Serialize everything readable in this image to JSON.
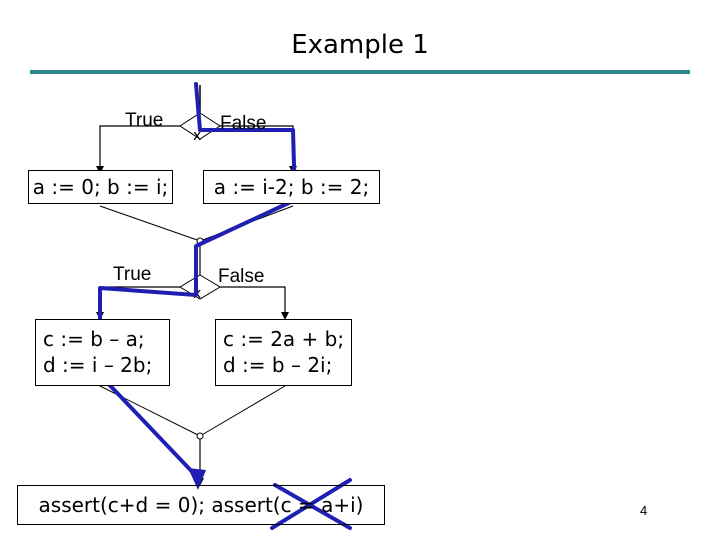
{
  "title": "Example 1",
  "colors": {
    "accent": "#2e8b8b",
    "path": "#1f1fb4",
    "line": "#000000"
  },
  "branch1": {
    "true_label": "True",
    "false_label": "False"
  },
  "branch2": {
    "true_label": "True",
    "false_label": "False"
  },
  "blocks": {
    "left1": "a := 0; b := i;",
    "right1": "a := i-2; b := 2;",
    "left2_line1": "c := b – a;",
    "left2_line2": "d := i – 2b;",
    "right2_line1": "c := 2a + b;",
    "right2_line2": "d := b – 2i;",
    "assert": "assert(c+d = 0); assert(c = a+i)"
  },
  "page_number": "4"
}
